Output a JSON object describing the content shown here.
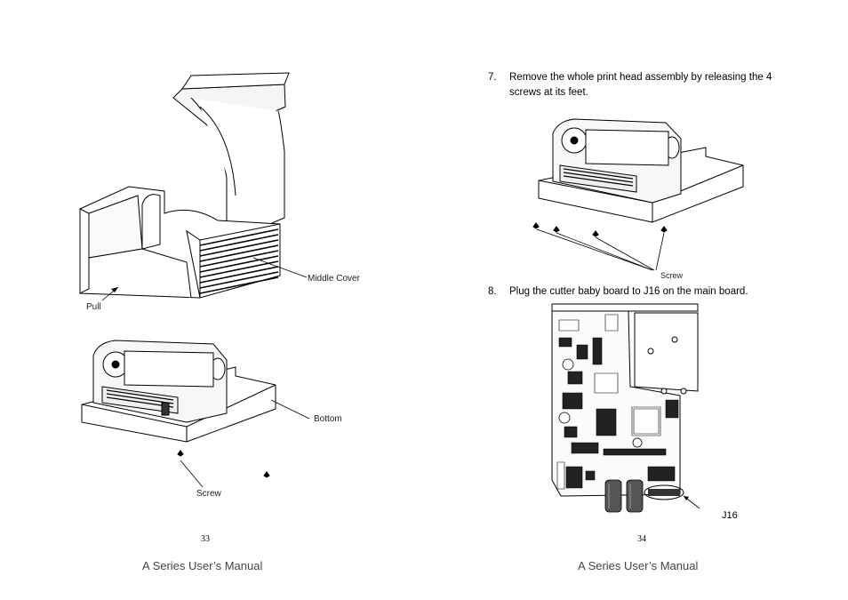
{
  "left_page": {
    "labels": {
      "middle_cover": "Middle Cover",
      "pull": "Pull",
      "bottom": "Bottom",
      "screw": "Screw"
    },
    "page_number": "33",
    "footer": "A Series User’s Manual"
  },
  "right_page": {
    "steps": [
      {
        "number": "7.",
        "text": "Remove the whole print head assembly by releasing the 4 screws at its feet."
      },
      {
        "number": "8.",
        "text": "Plug the cutter baby board to J16 on the main board."
      }
    ],
    "labels": {
      "screw": "Screw",
      "j16": "J16"
    },
    "page_number": "34",
    "footer": "A Series User’s Manual"
  }
}
